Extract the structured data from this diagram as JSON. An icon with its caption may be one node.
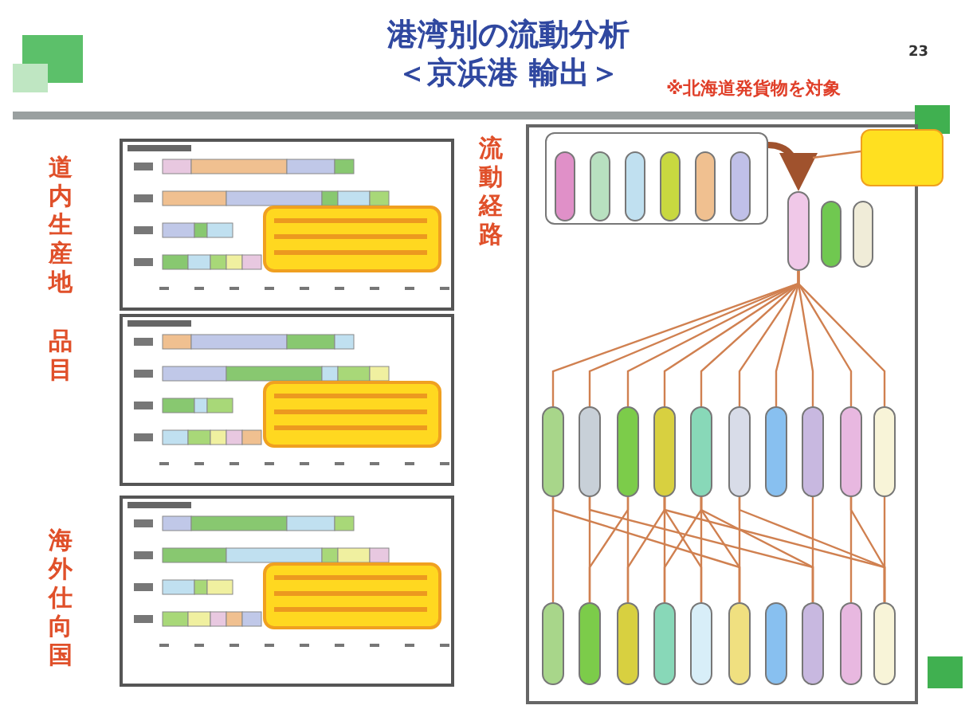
{
  "diagram": {
    "title": "港湾別の流動分析＜京浜港 輸出＞",
    "nodes": [
      {
        "text": [],
        "shape": "box"
      },
      {
        "text": [],
        "shape": "box",
        "in": 0
      },
      {
        "text": [],
        "shape": "box",
        "in": 0
      },
      {
        "text": [],
        "shape": "box",
        "in": 0
      },
      {
        "text": [],
        "shape": "box",
        "in": 0
      },
      {
        "text": [],
        "shape": "box",
        "in": 0
      },
      {
        "text": [],
        "shape": "box",
        "in": 0
      },
      {
        "text": [],
        "shape": "box"
      },
      {
        "text": [],
        "shape": "box"
      },
      {
        "text": [],
        "shape": "box"
      },
      {
        "text": [],
        "shape": "box"
      },
      {
        "text": [],
        "shape": "box"
      },
      {
        "text": [],
        "shape": "box"
      },
      {
        "text": [],
        "shape": "box"
      },
      {
        "text": [],
        "shape": "box"
      },
      {
        "text": [],
        "shape": "box"
      },
      {
        "text": [],
        "shape": "box"
      },
      {
        "text": [],
        "shape": "box"
      },
      {
        "text": [],
        "shape": "box"
      },
      {
        "text": [],
        "shape": "box"
      },
      {
        "text": [],
        "shape": "box"
      },
      {
        "text": [],
        "shape": "box"
      },
      {
        "text": [],
        "shape": "box"
      },
      {
        "text": [],
        "shape": "box"
      },
      {
        "text": [],
        "shape": "box"
      },
      {
        "text": [],
        "shape": "box"
      },
      {
        "text": [],
        "shape": "box"
      },
      {
        "text": [],
        "shape": "box"
      },
      {
        "text": [],
        "shape": "box"
      },
      {
        "text": [],
        "shape": "box"
      },
      {
        "text": [],
        "shape": "box"
      }
    ],
    "edges": [
      {
        "from": 0,
        "to": 7,
        "arrow": "to",
        "style": "thick",
        "color": "#a0522d"
      },
      {
        "from": 10,
        "to": null,
        "arrow": "none"
      },
      {
        "from": 7,
        "to": 11,
        "arrow": "none"
      },
      {
        "from": 7,
        "to": 12,
        "arrow": "none"
      },
      {
        "from": 7,
        "to": 13,
        "arrow": "none"
      },
      {
        "from": 7,
        "to": 14,
        "arrow": "none"
      },
      {
        "from": 7,
        "to": 15,
        "arrow": "none"
      },
      {
        "from": 7,
        "to": 16,
        "arrow": "none"
      },
      {
        "from": 7,
        "to": 17,
        "arrow": "none"
      },
      {
        "from": 7,
        "to": 18,
        "arrow": "none"
      },
      {
        "from": 7,
        "to": 19,
        "arrow": "none"
      },
      {
        "from": 7,
        "to": 20,
        "arrow": "none"
      },
      {
        "from": 11,
        "to": 21,
        "arrow": "none"
      },
      {
        "from": 11,
        "to": 26,
        "arrow": "none"
      },
      {
        "from": 12,
        "to": 22,
        "arrow": "none"
      },
      {
        "from": 12,
        "to": 28,
        "arrow": "none"
      },
      {
        "from": 13,
        "to": 22,
        "arrow": "none"
      },
      {
        "from": 13,
        "to": 23,
        "arrow": "none"
      },
      {
        "from": 14,
        "to": 23,
        "arrow": "none"
      },
      {
        "from": 14,
        "to": 24,
        "arrow": "none"
      },
      {
        "from": 14,
        "to": 25,
        "arrow": "none"
      },
      {
        "from": 14,
        "to": 30,
        "arrow": "none"
      },
      {
        "from": 15,
        "to": 24,
        "arrow": "none"
      },
      {
        "from": 15,
        "to": 25,
        "arrow": "none"
      },
      {
        "from": 15,
        "to": 26,
        "arrow": "none"
      },
      {
        "from": 15,
        "to": 28,
        "arrow": "none"
      },
      {
        "from": 16,
        "to": 26,
        "arrow": "none"
      },
      {
        "from": 16,
        "to": 30,
        "arrow": "none"
      },
      {
        "from": 18,
        "to": 28,
        "arrow": "none"
      },
      {
        "from": 19,
        "to": 29,
        "arrow": "none"
      },
      {
        "from": 19,
        "to": 30,
        "arrow": "none"
      },
      {
        "from": 20,
        "to": 30,
        "arrow": "none"
      }
    ],
    "labels": [
      "23",
      "※北海道発貨物を対象",
      "道内生産地",
      "品目",
      "海外仕向国",
      "流動経路"
    ]
  }
}
